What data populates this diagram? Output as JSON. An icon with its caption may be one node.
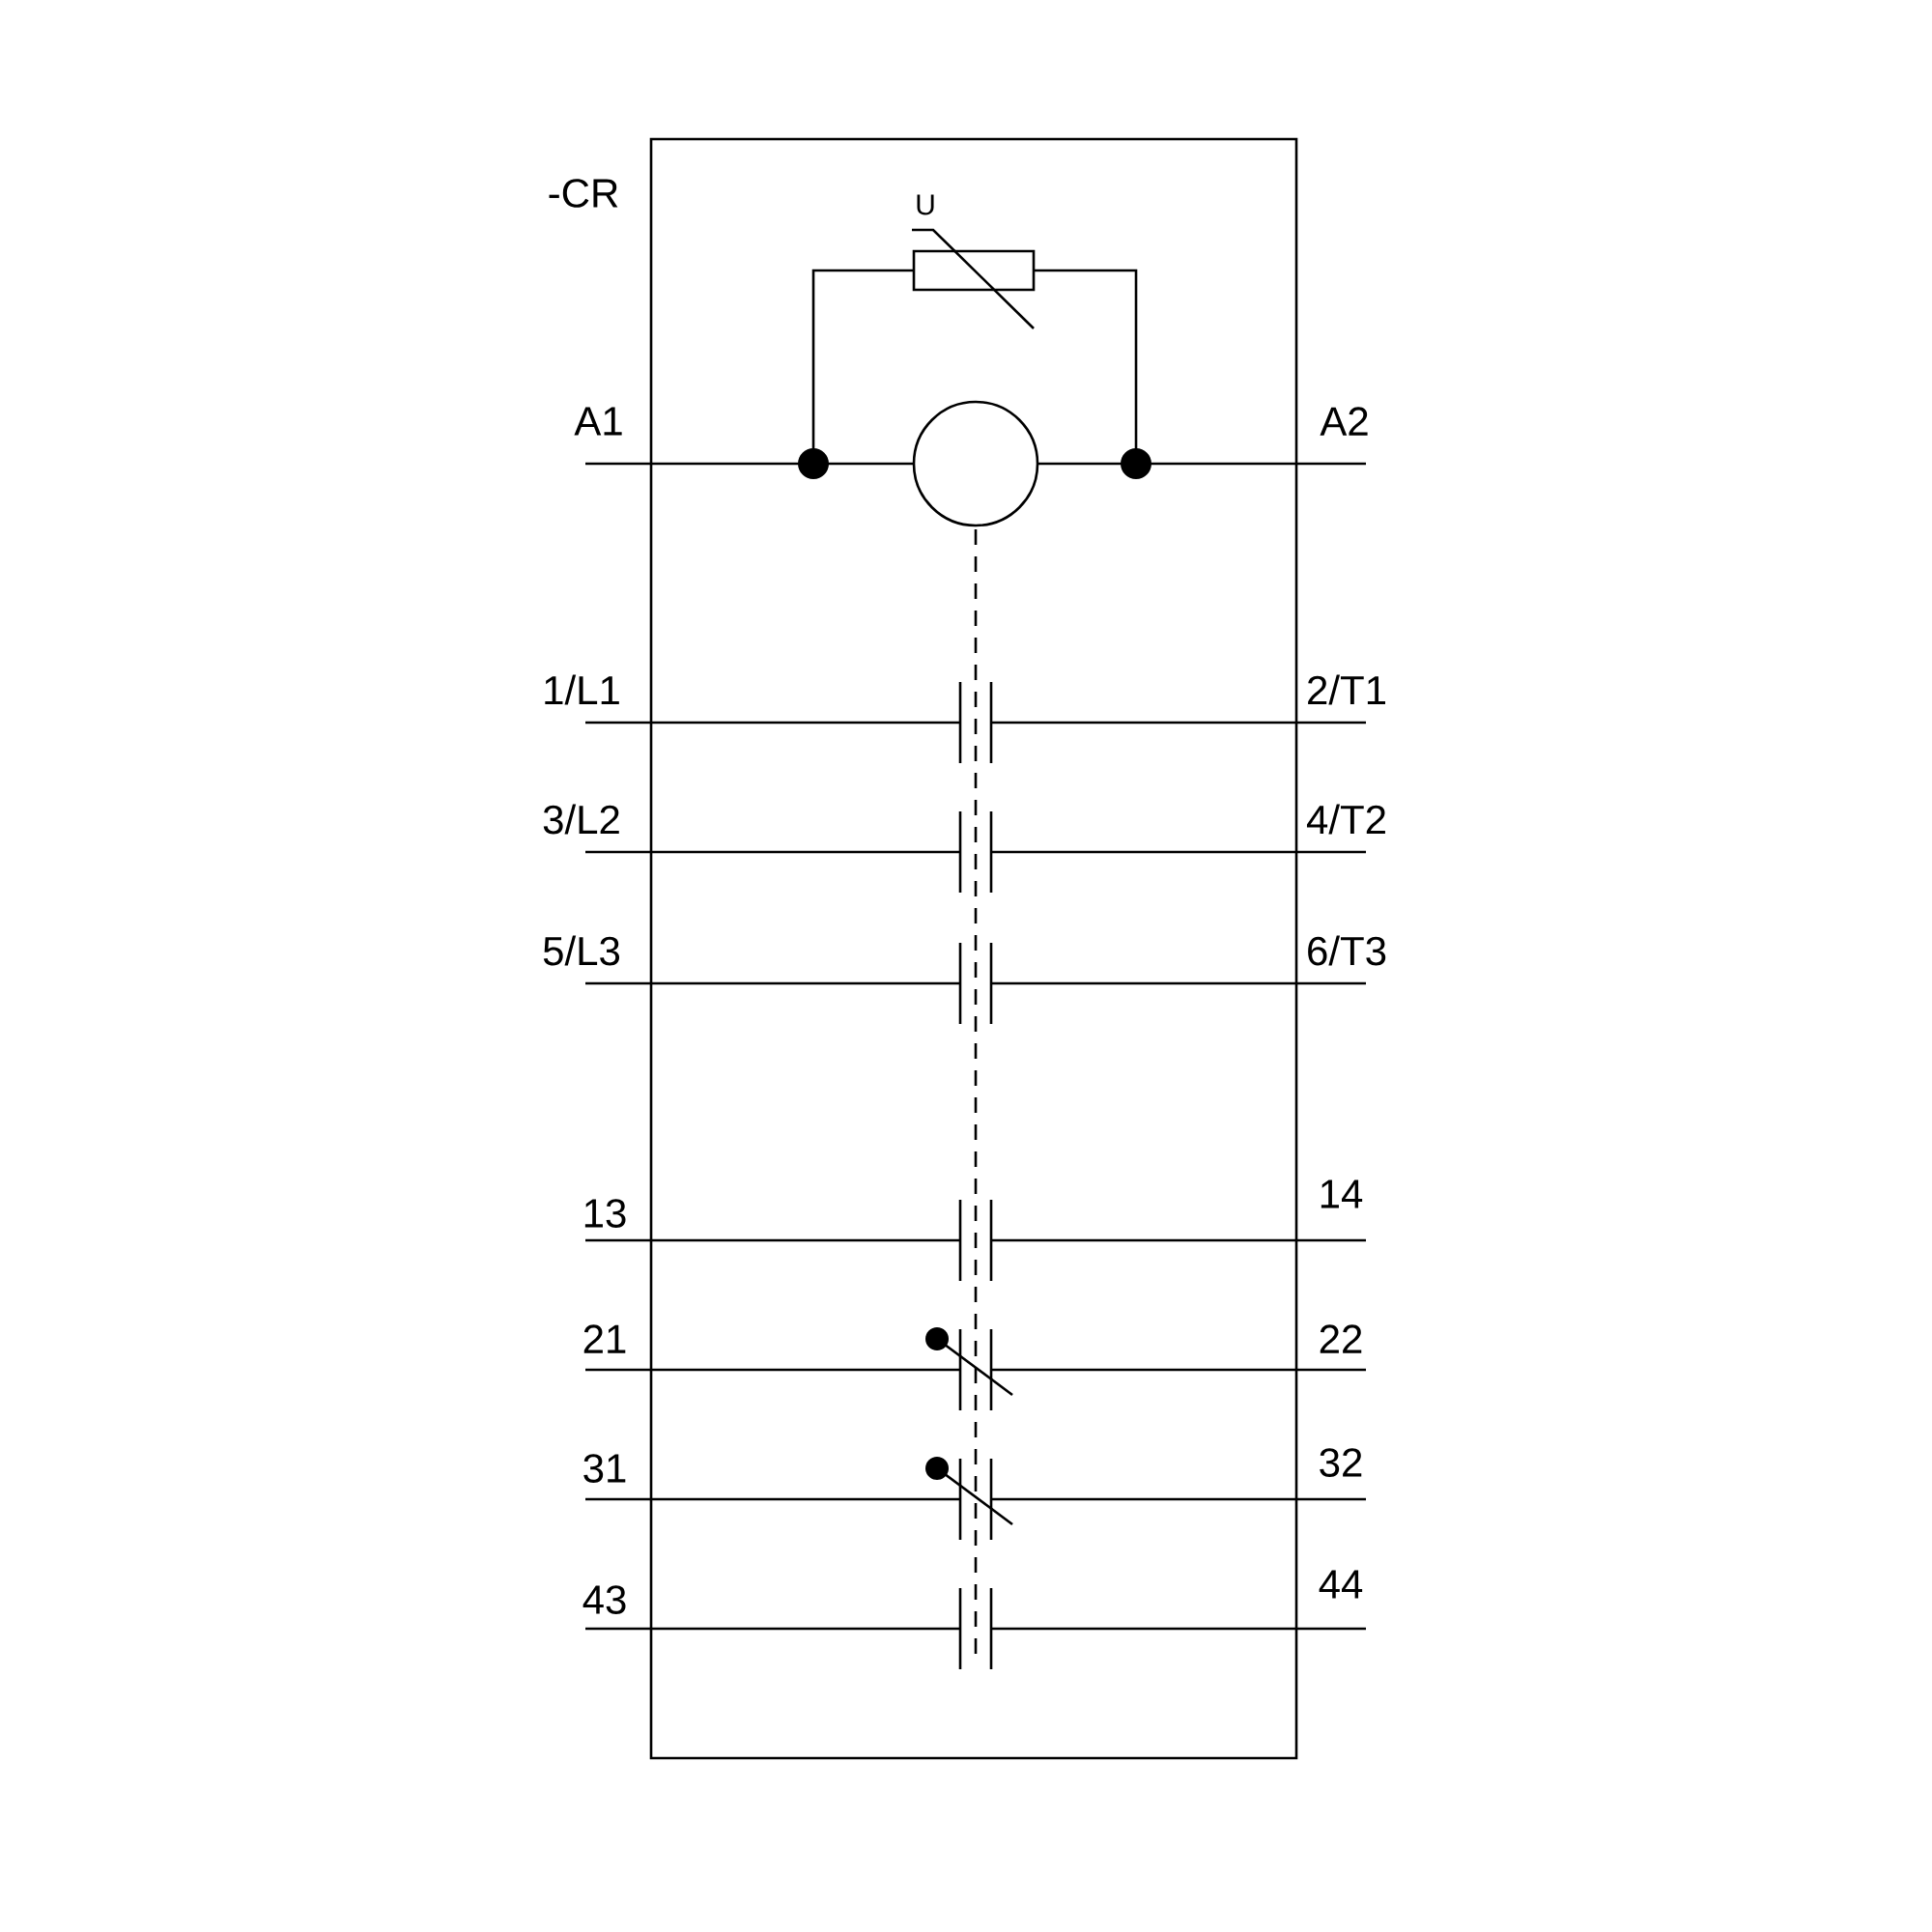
{
  "diagram": {
    "labels": [
      "-CR",
      "U",
      "A1",
      "A2",
      "1/L1",
      "2/T1",
      "3/L2",
      "4/T2",
      "5/L3",
      "6/T3",
      "13",
      "14",
      "21",
      "22",
      "31",
      "32",
      "43",
      "44"
    ]
  }
}
